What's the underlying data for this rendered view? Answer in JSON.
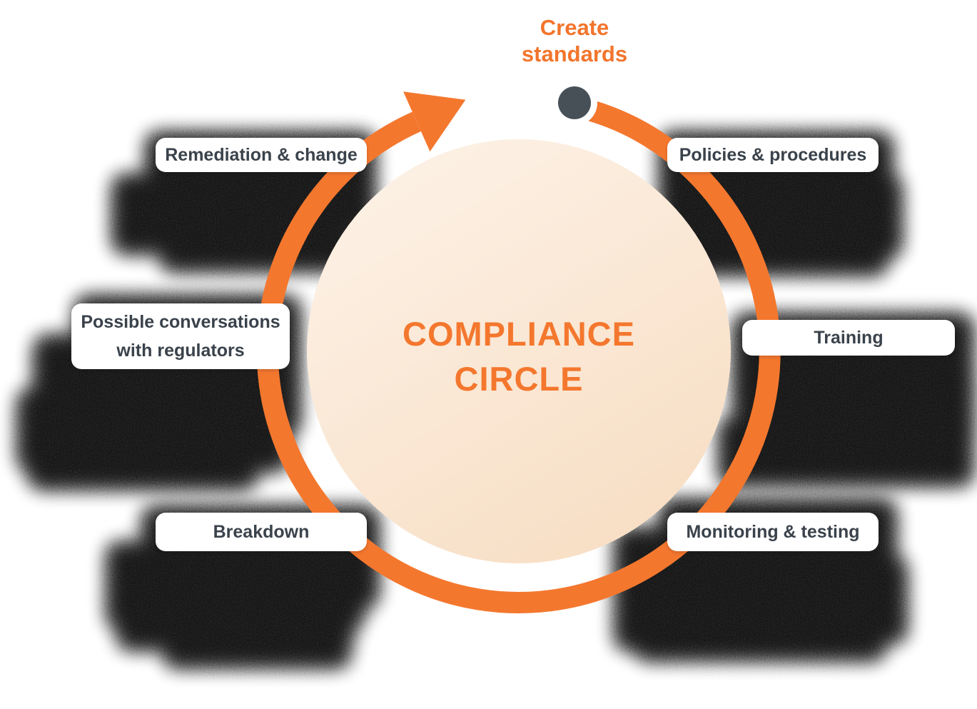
{
  "diagram": {
    "center_title_lines": [
      "COMPLIANCE",
      "CIRCLE"
    ],
    "start_label_lines": [
      "Create",
      "standards"
    ],
    "stages": [
      {
        "position": "top-left",
        "lines": [
          "Remediation & change"
        ]
      },
      {
        "position": "top-right",
        "lines": [
          "Policies & procedures"
        ]
      },
      {
        "position": "left",
        "lines": [
          "Possible conversations",
          "with regulators"
        ]
      },
      {
        "position": "right",
        "lines": [
          "Training"
        ]
      },
      {
        "position": "bottom-left",
        "lines": [
          "Breakdown"
        ]
      },
      {
        "position": "bottom-right",
        "lines": [
          "Monitoring & testing"
        ]
      }
    ],
    "colors": {
      "accent_orange": "#F4772E",
      "start_label_orange": "#F2752C",
      "label_text": "#3A424B",
      "card_background": "#FFFFFF",
      "circle_gradient_start": "#FDF1E5",
      "circle_gradient_end": "#F7DEC5",
      "marker_dot_fill": "#475057",
      "marker_dot_ring": "#FFFFFF",
      "shadow": "#0C0E10"
    }
  }
}
